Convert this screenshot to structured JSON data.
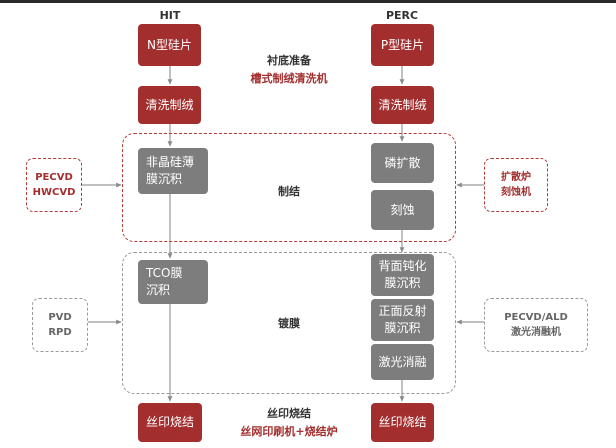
{
  "columns": {
    "left": "HIT",
    "right": "PERC"
  },
  "hit": {
    "wafer": "N型硅片",
    "clean": "清洗制绒",
    "amorphous": [
      "非晶硅薄",
      "膜沉积"
    ],
    "tco": [
      "TCO膜",
      "沉积"
    ],
    "print": "丝印烧结"
  },
  "perc": {
    "wafer": "P型硅片",
    "clean": "清洗制绒",
    "diffusion": "磷扩散",
    "etch": "刻蚀",
    "back_passivation": [
      "背面钝化",
      "膜沉积"
    ],
    "front_antireflection": [
      "正面反射",
      "膜沉积"
    ],
    "laser": "激光消融",
    "print": "丝印烧结"
  },
  "stages": {
    "substrate": {
      "name": "衬底准备",
      "equipment": "槽式制绒清洗机"
    },
    "junction": {
      "name": "制结"
    },
    "film": {
      "name": "镀膜"
    },
    "printing": {
      "name": "丝印烧结",
      "equipment": "丝网印刷机+烧结炉"
    }
  },
  "side_equipment": {
    "left_junction": [
      "PECVD",
      "HWCVD"
    ],
    "right_junction": [
      "扩散炉",
      "刻蚀机"
    ],
    "left_film": [
      "PVD",
      "RPD"
    ],
    "right_film": [
      "PECVD/ALD",
      "激光消融机"
    ]
  },
  "colors": {
    "accent_red": "#a32e2e",
    "process_gray": "#7d7d7d",
    "dash_gray": "#9a9a9a"
  }
}
